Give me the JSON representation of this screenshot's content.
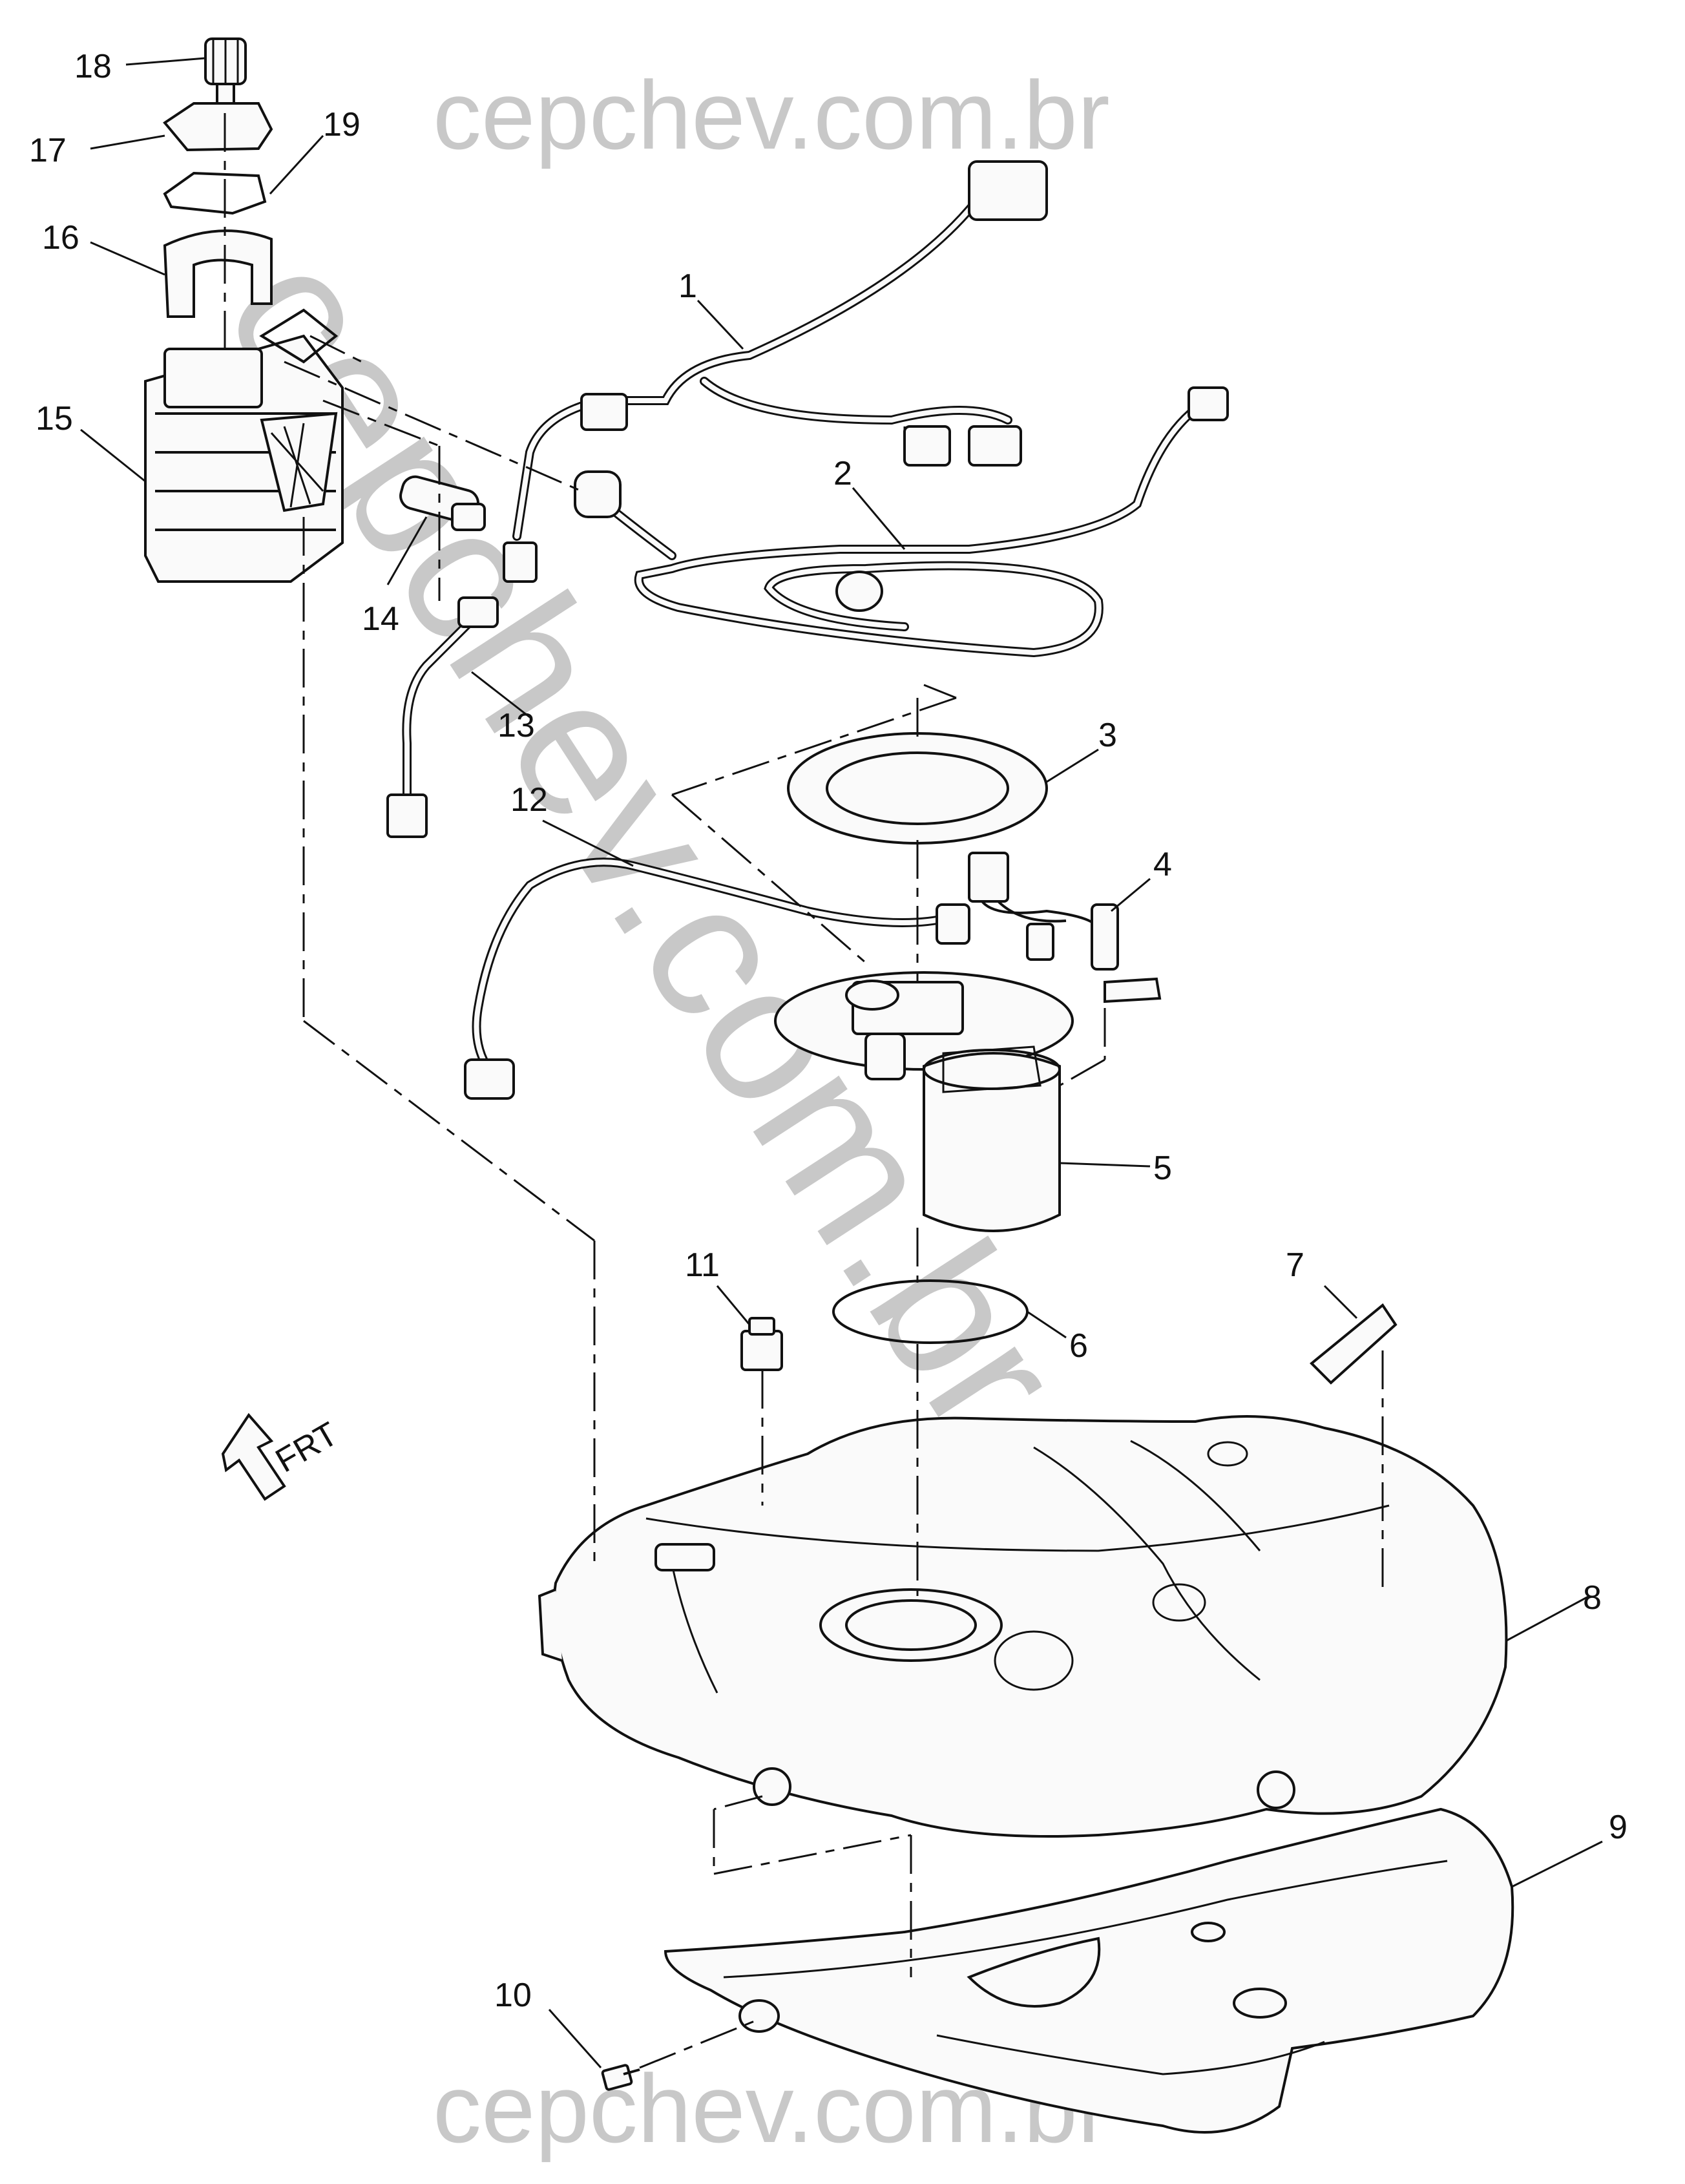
{
  "watermark": {
    "top": "cepchev.com.br",
    "bottom": "cepchev.com.br",
    "diagonal": "cepchev.com.br"
  },
  "callouts": [
    "1",
    "2",
    "3",
    "4",
    "5",
    "6",
    "7",
    "8",
    "9",
    "10",
    "11",
    "12",
    "13",
    "14",
    "15",
    "16",
    "17",
    "18",
    "19"
  ],
  "front_indicator": "FRT"
}
